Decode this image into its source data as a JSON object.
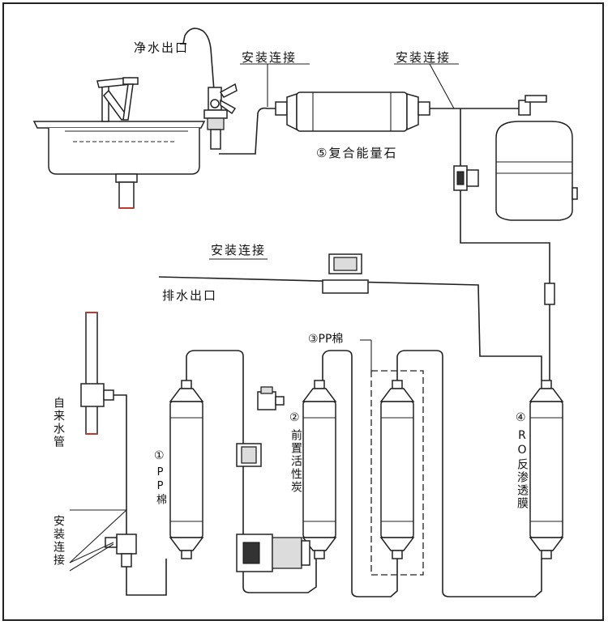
{
  "labels": {
    "clean_water_outlet": "净水出口",
    "install_connection_1": "安装连接",
    "install_connection_2": "安装连接",
    "install_connection_3": "安装连接",
    "install_connection_4": "安装连接",
    "drain_outlet": "排水出口",
    "tap_water_pipe": "自来水管",
    "filter_5": "⑤复合能量石",
    "filter_3": "③PP棉",
    "filter_1_num": "①",
    "filter_1_name": "PP棉",
    "filter_2_num": "②",
    "filter_2_name": "前置活性炭",
    "filter_4_num": "④",
    "filter_4_name": "RO反渗透膜"
  },
  "colors": {
    "line": "#222222",
    "accent": "#c0392b"
  }
}
